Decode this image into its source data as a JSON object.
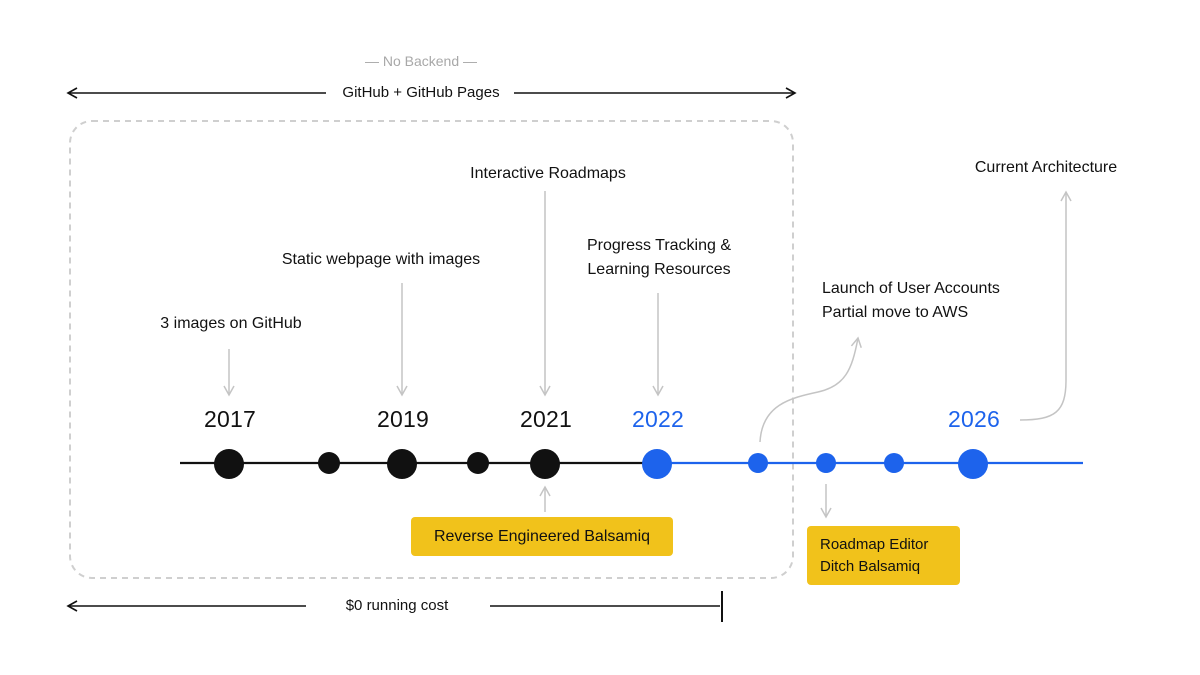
{
  "top": {
    "no_backend": "— No Backend —",
    "hosting": "GitHub + GitHub Pages",
    "cost": "$0 running cost"
  },
  "years": [
    "2017",
    "2019",
    "2021",
    "2022",
    "2026"
  ],
  "milestones": {
    "m2017": "3 images on GitHub",
    "m2019": "Static webpage with images",
    "m2021": "Interactive Roadmaps",
    "m2022_line1": "Progress Tracking &",
    "m2022_line2": "Learning Resources",
    "accounts_line1": "Launch of User Accounts",
    "accounts_line2": "Partial move to AWS",
    "current": "Current Architecture"
  },
  "notes": {
    "balsamiq": "Reverse Engineered Balsamiq",
    "editor_line1": "Roadmap Editor",
    "editor_line2": "Ditch Balsamiq"
  },
  "colors": {
    "black": "#111111",
    "blue": "#1d63ec",
    "yellow": "#f1c21b",
    "gray": "#c8c8c8"
  }
}
